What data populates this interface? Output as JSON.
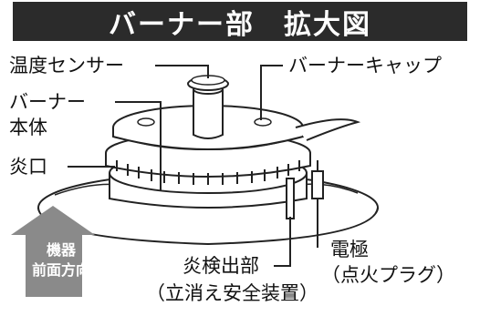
{
  "title": "バーナー部　拡大図",
  "labels": {
    "temp_sensor": "温度センサー",
    "burner_cap": "バーナーキャップ",
    "burner_body_line1": "バーナー",
    "burner_body_line2": "本体",
    "flame_port": "炎口",
    "flame_detector_line1": "炎検出部",
    "flame_detector_line2": "（立消え安全装置）",
    "electrode_line1": "電極",
    "electrode_line2": "（点火プラグ）"
  },
  "direction": {
    "line1": "機器",
    "line2": "前面方向"
  },
  "colors": {
    "title_bg": "#2b2b2b",
    "arrow_fill": "#8a8a8a",
    "line": "#222222"
  }
}
